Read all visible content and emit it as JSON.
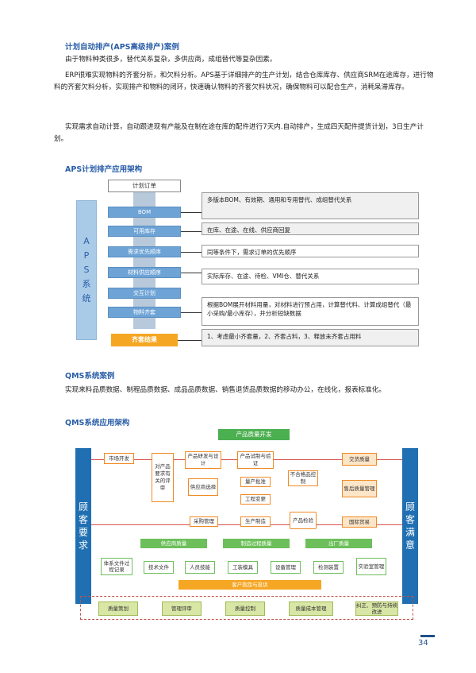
{
  "section1": {
    "title": "计划自动排产(APS高级排产)案例",
    "p1": "由于物料种类很多，替代关系复杂，多供应商，成组替代等复杂因素。",
    "p2": "ERP很难实现物料的齐套分析，和欠料分析。APS基于详细排产的生产计划，结合仓库库存、供应商SRM在途库存，进行物料的齐套欠料分析，实现排产和物料的闭环，快速确认物料的齐套欠料状况，确保物料可以配合生产，消耗呆滞库存。",
    "p3": "实现需求自动计算，自动跟进现有产能及在制在途在库的配件进行7天内.自动排产，生成四天配件提货计划，3日生产计划。"
  },
  "aps": {
    "title": "APS计划排产应用架构",
    "side_label": [
      "A",
      "P",
      "S",
      "系",
      "统"
    ],
    "top_box": "计划订单",
    "steps": [
      "BOM",
      "可用库存",
      "需求优先顺序",
      "材料供应顺序",
      "交互计划",
      "物料齐套"
    ],
    "final": "齐套结果",
    "notes": [
      "多版本BOM、有效期、通用和专用替代、成组替代关系",
      "在库、在途、在线、供应商回复",
      "同等条件下，需求订单的优先顺序",
      "实际库存、在途、待检、VMI仓、替代关系",
      "根据BOM展开材料用量，对材料进行预占用，计算替代料、计算成组替代（最小采购/最小库存），并分析短缺数据",
      "1、考虑最小齐套量，2、齐套占料，3、释放未齐套占用料"
    ]
  },
  "section2": {
    "title": "QMS系统案例",
    "p1": "实现来料品质数据、制程品质数据、成品品质数据、销售退货品质数据的移动办公，在线化，报表标准化。"
  },
  "qms": {
    "title": "QMS系统应用架构",
    "header": "产品质量开发",
    "left_label": [
      "顾",
      "客",
      "要",
      "求"
    ],
    "right_label": [
      "顾",
      "客",
      "满",
      "意"
    ],
    "market": "市场开发",
    "req_eval": "对产品要求有关的评审",
    "product_design": "产品研发与设计",
    "product_test": "产品试制与验证",
    "supplier": "供应商选择",
    "mass_prep": "量产批准",
    "eng_change": "工程变更",
    "purchasing": "采购管理",
    "production": "生产制造",
    "nonconform": "不合格品控制",
    "inspection": "产品检验",
    "delivery": "交货质量",
    "after_sales": "售后质量管理",
    "intl": "国际贸易",
    "bar_labels": [
      "供应商质量",
      "制造过程质量",
      "出厂质量"
    ],
    "green_items": [
      "体系文件过程记录",
      "技术文件",
      "人员技能",
      "工装模具",
      "设备管理",
      "检测装置",
      "实验室管理"
    ],
    "complaint": "客户抱怨与投诉",
    "bottom_items": [
      "质量策划",
      "管理评审",
      "质量控制",
      "质量成本管理",
      "纠正、预防与持续改进"
    ]
  },
  "page_number": "34"
}
